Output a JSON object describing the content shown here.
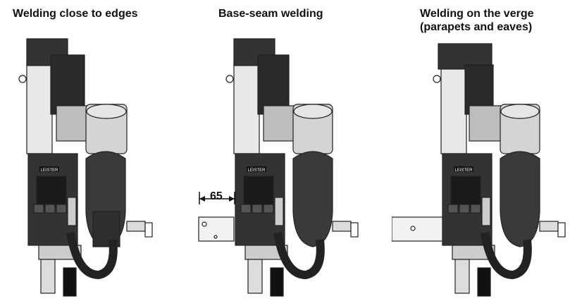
{
  "panels": [
    {
      "title": "Welding close to edges"
    },
    {
      "title": "Base-seam welding",
      "dimension_label": "65"
    },
    {
      "title": "Welding on the verge",
      "subtitle": "(parapets and eaves)"
    }
  ],
  "display_brand": "LEISTER",
  "colors": {
    "dark": "#2b2b2b",
    "mid": "#555555",
    "light": "#dcdcdc",
    "outline": "#222222"
  }
}
